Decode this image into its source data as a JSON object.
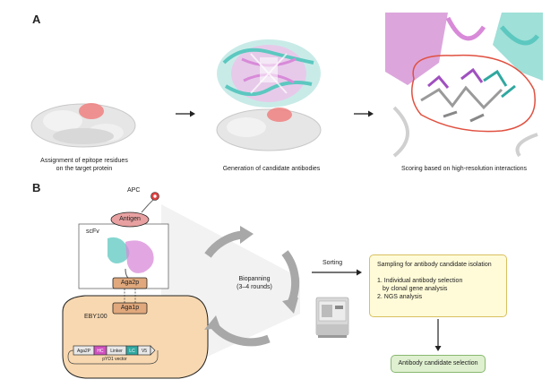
{
  "panel_a": {
    "label": "A",
    "step1_line1": "Assignment of epitope residues",
    "step1_line2": "on the target protein",
    "step2": "Generation of candidate antibodies",
    "step3": "Scoring based on high-resolution interactions"
  },
  "panel_b": {
    "label": "B",
    "apc": "APC",
    "antigen": "Antigen",
    "scfv": "scFv",
    "aga2p": "Aga2p",
    "aga1p": "Aga1p",
    "eby100": "EBY100",
    "vector": {
      "segments": [
        "Aga2P",
        "HC",
        "Linker",
        "LC",
        "V5"
      ],
      "name": "pYD1 vector"
    },
    "biopanning_line1": "Biopanning",
    "biopanning_line2": "(3–4 rounds)",
    "sorting": "Sorting",
    "sampling_title": "Sampling for antibody candidate isolation",
    "item1_line1": "1. Individual antibody selection",
    "item1_line2": "by clonal gene analysis",
    "item2": "2. NGS analysis",
    "final": "Antibody candidate selection"
  },
  "colors": {
    "epitope": "#f08080",
    "antibody_cyan": "#5cc8c0",
    "antibody_pink": "#d88ad8",
    "antigen_fill": "#e8a0a0",
    "aga_fill": "#e0a87c",
    "cell_fill": "#f8d8b0",
    "hc": "#d050c0",
    "lc": "#30a8a0",
    "sampling_box": "#fffbd8",
    "sampling_border": "#d8c060",
    "final_box": "#dff0d0",
    "final_border": "#88b870"
  }
}
